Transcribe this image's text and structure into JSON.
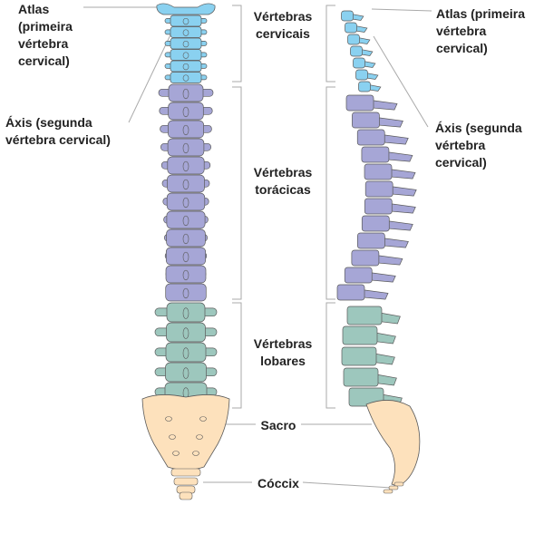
{
  "colors": {
    "cervical": "#8ad1f0",
    "thoracic": "#a6a6d6",
    "lumbar": "#9dc7bd",
    "sacrum": "#fde1bc",
    "outline": "#5a5a5a",
    "leader": "#aaaaaa",
    "text": "#222222"
  },
  "labels": {
    "atlas_left": "Atlas\n(primeira\nvértebra\ncervical)",
    "axis_left": "Áxis (segunda\nvértebra cervical)",
    "atlas_right": "Atlas (primeira\nvértebra\ncervical)",
    "axis_right": "Áxis (segunda\nvértebra\ncervical)",
    "cervical": "Vértebras\ncervicais",
    "thoracic": "Vértebras\ntorácicas",
    "lumbar": "Vértebras\nlobares",
    "sacrum": "Sacro",
    "coccyx": "Cóccix"
  }
}
